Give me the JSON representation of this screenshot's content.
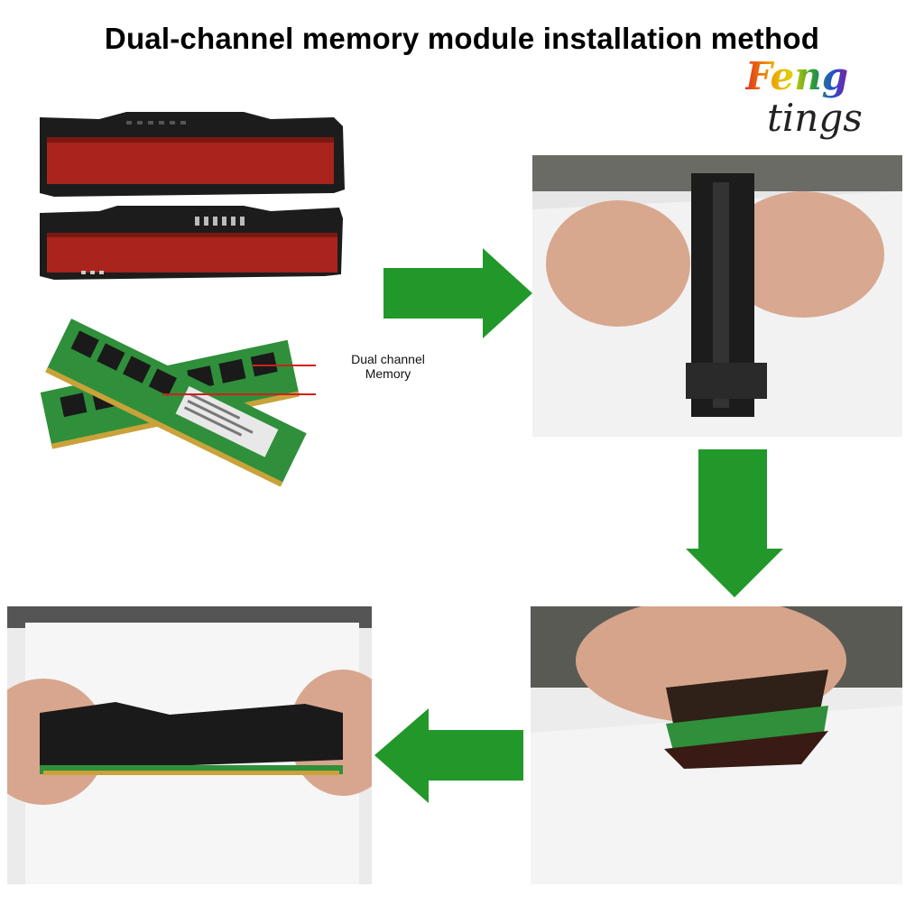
{
  "title": "Dual-channel memory module installation method",
  "logo": {
    "line1": "Feng",
    "line2": "tings"
  },
  "callout": {
    "line1": "Dual channel",
    "line2": "Memory"
  },
  "colors": {
    "arrow": "#22982a",
    "heatsink_red": "#a8241c",
    "heatsink_black": "#1c1c1c",
    "pcb_green": "#2f8f3a",
    "callout_line": "#d02020"
  },
  "icons": {
    "arrow_right": "arrow-right-icon",
    "arrow_down": "arrow-down-icon",
    "arrow_left": "arrow-left-icon"
  }
}
